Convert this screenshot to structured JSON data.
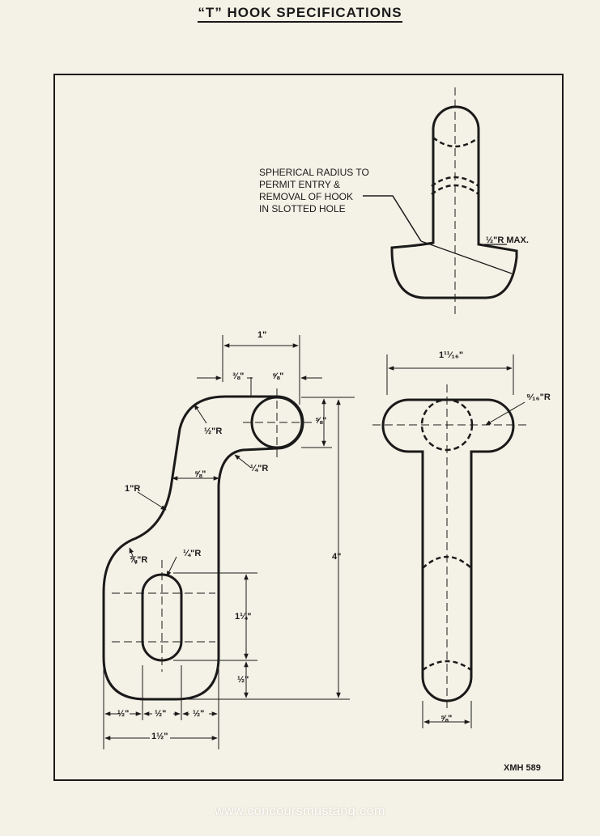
{
  "title": "“T” HOOK SPECIFICATIONS",
  "note": "SPHERICAL RADIUS TO\nPERMIT ENTRY &\nREMOVAL OF HOOK\nIN SLOTTED HOLE",
  "drawing_code": "XMH 589",
  "watermark": "www.concoursmustang.com",
  "dimensions": {
    "top_width": "1\"",
    "three_eighths": "⅜\"",
    "five_eighths_top": "⅝\"",
    "five_eighths_side": "⅝\"",
    "half_r": "½\"R",
    "quarter_r": "¼\"R",
    "five_eighths_neck": "⅝\"",
    "one_r": "1\"R",
    "three_quarter_r": "¾\"R",
    "quarter_r_slot": "¼\"R",
    "four_inch": "4\"",
    "one_quarter_slot": "1¼\"",
    "half_bottom": "½\"",
    "half_a": "½\"",
    "half_b": "½\"",
    "half_c": "½\"",
    "one_half_total": "1½\"",
    "one_eleven_sixteenths": "1¹¹⁄₁₆\"",
    "nine_sixteenths_r": "⁹⁄₁₆\"R",
    "five_eighths_shank": "⅝\"",
    "half_r_max": "½\"R MAX."
  },
  "colors": {
    "paper": "#f4f1e6",
    "ink": "#1a1a1a"
  }
}
